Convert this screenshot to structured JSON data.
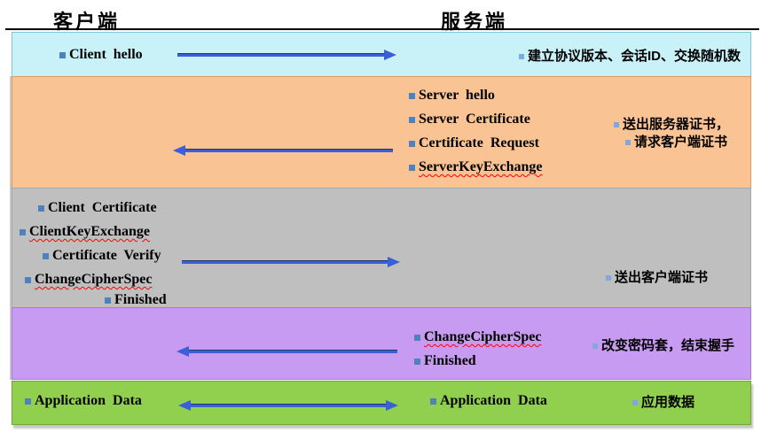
{
  "title_row": {
    "client_label": "客户端",
    "server_label": "服务端"
  },
  "colors": {
    "phase1_bg": "#C9F1F8",
    "phase2_bg": "#FAC394",
    "phase3_bg": "#BFBFBF",
    "phase4_bg": "#C89BF2",
    "phase5_bg": "#90D04E",
    "arrow": "#3A5FD9",
    "bullet_en": "#4F81BD",
    "bullet_cn": "#7FA8DC",
    "spellcheck_underline": "#FF0000",
    "header_text": "#000000"
  },
  "phase1": {
    "client_messages": [
      "Client hello"
    ],
    "arrow_direction": "right",
    "note": "建立协议版本、会话ID、交换随机数"
  },
  "phase2": {
    "server_messages": [
      "Server hello",
      "Server Certificate",
      "Certificate Request",
      "ServerKeyExchange"
    ],
    "arrow_direction": "left",
    "note_lines": [
      "送出服务器证书，",
      "请求客户端证书"
    ]
  },
  "phase3": {
    "client_messages": [
      "Client Certificate",
      "ClientKeyExchange",
      "Certificate Verify",
      "ChangeCipherSpec",
      "Finished"
    ],
    "arrow_direction": "right",
    "note": "送出客户端证书"
  },
  "phase4": {
    "server_messages": [
      "ChangeCipherSpec",
      "Finished"
    ],
    "arrow_direction": "left",
    "note": "改变密码套，结束握手"
  },
  "phase5": {
    "client_messages": [
      "Application Data"
    ],
    "server_messages": [
      "Application Data"
    ],
    "arrow_direction": "both",
    "note": "应用数据"
  }
}
